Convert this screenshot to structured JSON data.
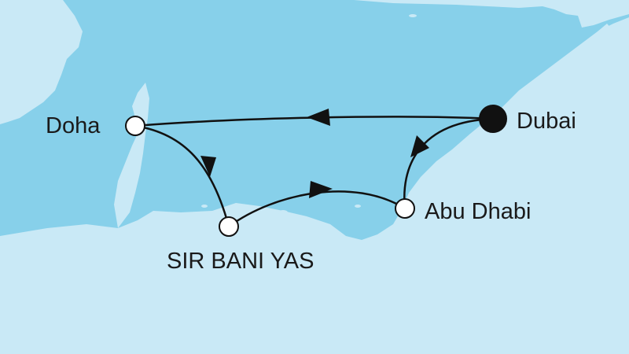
{
  "map": {
    "colors": {
      "sea": "#87d0ea",
      "land": "#c9e9f6",
      "route": "#111111",
      "port_stop": "#ffffff",
      "port_start": "#111111"
    },
    "ports": [
      {
        "id": "dubai",
        "label": "Dubai",
        "type": "start-end"
      },
      {
        "id": "doha",
        "label": "Doha",
        "type": "stop"
      },
      {
        "id": "sir-bani-yas",
        "label": "SIR BANI YAS",
        "type": "stop"
      },
      {
        "id": "abu-dhabi",
        "label": "Abu Dhabi",
        "type": "stop"
      }
    ],
    "route_order": [
      "dubai",
      "doha",
      "sir-bani-yas",
      "abu-dhabi",
      "dubai"
    ]
  }
}
